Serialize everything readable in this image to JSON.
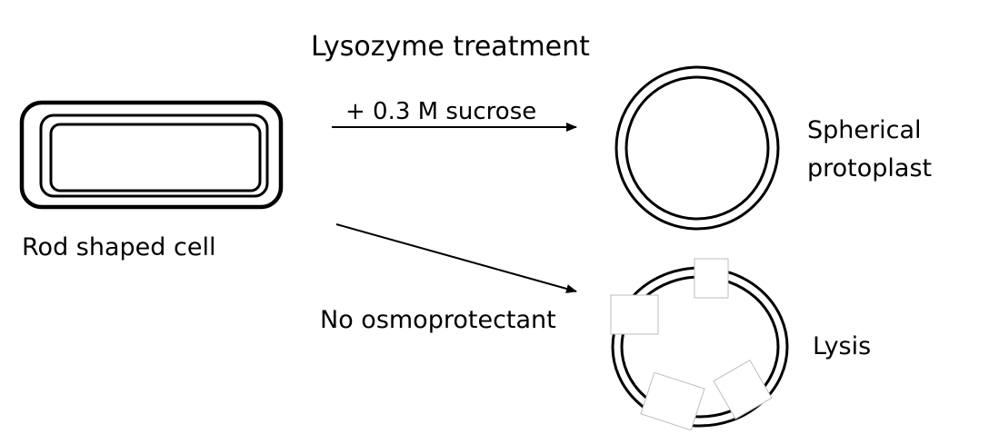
{
  "diagram": {
    "title": "Lysozyme treatment",
    "left_label": "Rod shaped cell",
    "upper_arrow_label": "+ 0.3 M sucrose",
    "lower_arrow_label": "No osmoprotectant",
    "protoplast_label_line1": "Spherical",
    "protoplast_label_line2": "protoplast",
    "lysis_label": "Lysis"
  },
  "colors": {
    "ink": "#000000",
    "background": "#ffffff"
  }
}
